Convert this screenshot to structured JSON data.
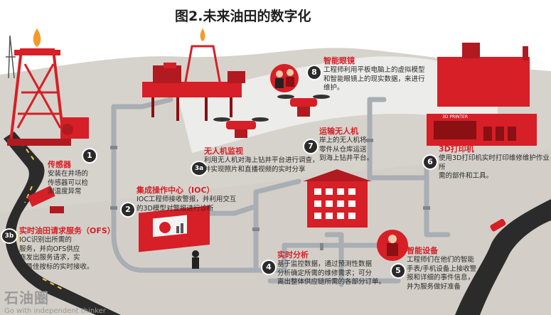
{
  "title": "图2.未来油田的数字化",
  "sections": {
    "s1": {
      "number": "1",
      "heading": "传感器",
      "body": "安装在井场的\n传感器可以检\n测温度异常"
    },
    "s2": {
      "number": "2",
      "heading": "集成操作中心（IOC）",
      "body": "IOC工程师接收警报，并利用交互\n的3D模型对警报进行诊断"
    },
    "s3a": {
      "number": "3a",
      "heading": "无人机监视",
      "body": "利用无人机对海上钻井平台进行调查，\n并实现照片和直播视频的实时分享"
    },
    "s3b": {
      "number": "3b",
      "heading": "实时油田请求服务（OFS）",
      "body": "IOC识别出所需的\n服务，并向OFS供应\n商发出服务请求，实\n现最佳按标的实时接收。"
    },
    "s4": {
      "number": "4",
      "heading": "实时分析",
      "body": "基于监控数据，通过预测性数据\n分析确定所需的维修需求；可分\n离出整体供应链所需的各部分订单。"
    },
    "s5": {
      "number": "5",
      "heading": "智能设备",
      "body": "工程师们在他们的智能\n手表/手机设备上接收警\n报和详细的事件信息，\n并为服务做好准备"
    },
    "s6": {
      "number": "6",
      "heading": "3D打印机",
      "body": "使用3D打印机实时打印维修维护作业所\n需的部件和工具。"
    },
    "s7": {
      "number": "7",
      "heading": "运输无人机",
      "body": "岸上的无人机将\n零件从仓库运送\n到海上钻井平台。"
    },
    "s8": {
      "number": "8",
      "heading": "智能眼镜",
      "body": "工程师利用平板电脑上的虚拟模型\n和智能眼镜上的现实数据，来进行\n维护。"
    }
  },
  "printer_sign": "3D PRINTER",
  "watermark": {
    "brand": "石油圈",
    "tagline": "Go with independent thinker"
  },
  "colors": {
    "accent": "#d61f26",
    "pipe": "#a8aeb3",
    "ground": "#d6d3cc",
    "road": "#2b2b2b",
    "badge": "#2a2a2a"
  }
}
